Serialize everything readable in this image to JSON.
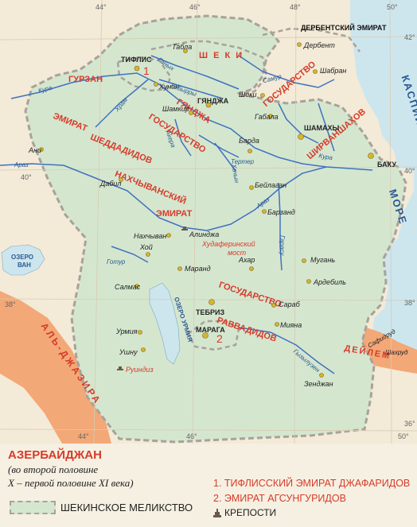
{
  "legend": {
    "title": "АЗЕРБАЙДЖАН",
    "subtitle_1": "(во второй половине",
    "subtitle_2": "X – первой половине XI века)",
    "shekin": "ШЕКИНСКОЕ МЕЛИКСТВО",
    "region_1": "1. ТИФЛИССКИЙ ЭМИРАТ ДЖАФАРИДОВ",
    "region_2": "2. ЭМИРАТ АГСУНГУРИДОВ",
    "fortress": "КРЕПОСТИ"
  },
  "grid_labels": {
    "lon44": "44°",
    "lon46": "46°",
    "lon48": "48°",
    "lon50": "50°",
    "lon44b": "44°",
    "lon46b": "46°",
    "lon50b": "50°",
    "lat42": "42°",
    "lat40a": "40°",
    "lat40b": "40°",
    "lat38a": "38°",
    "lat38b": "38°",
    "lat36": "36°"
  },
  "regions": {
    "gurzan": "ГУРЗАН",
    "sheki": "Ш Е К И",
    "derbent_emirate": "ДЕРБЕНТСКИЙ ЭМИРАТ",
    "caspian_1": "КАСПИЙСКОЕ",
    "caspian_2": "МОРЕ",
    "shirvan_1": "ГОСУДАРСТВО",
    "shirvan_2": "ШИРВАНШАХОВ",
    "sheddad_1": "ЭМИРАТ",
    "sheddad_2": "ШЕДДАДИДОВ",
    "ganja_1": "ГОСУДАРСТВО",
    "ganja_2": "ГЯНДЖА",
    "nakh_1": "НАХЧЫВАНСКИЙ",
    "nakh_2": "ЭМИРАТ",
    "ravvad_1": "ГОСУДАРСТВО",
    "ravvad_2": "РАВВАДИДОВ",
    "aljazira": "АЛЬ-ДЖАЗИРА",
    "deylem": "ДЕЙЛЕМ",
    "num1": "1",
    "num2": "2"
  },
  "cities": {
    "tiflis": "ТИФЛИС",
    "tabla": "Табла",
    "hunan": "Хунан",
    "derbent": "Дербент",
    "shabran": "Шабран",
    "shemakha": "ШАМАХЫ",
    "baku": "БАКУ",
    "sheki": "Шеки",
    "gabala": "Габала",
    "shamkir": "Шамкир",
    "ganja": "ГЯНДЖА",
    "barda": "Барда",
    "ani": "Ани",
    "dabil": "Дабил",
    "beylagan": "Бейлаган",
    "barzand": "Барзанд",
    "nakhchivan": "Нахчыван",
    "alinja": "Алинджа",
    "khudafarin_1": "Худаферинский",
    "khudafarin_2": "мост",
    "khoy": "Хой",
    "marand": "Маранд",
    "akhar": "Ахар",
    "mugan": "Мугань",
    "ardabil": "Ардебиль",
    "salmas": "Салмас",
    "tabriz": "ТЕБРИЗ",
    "sarab": "Сараб",
    "miyana": "Мияна",
    "urmia": "Урмия",
    "ushnu": "Ушну",
    "maraga": "МАРАГА",
    "ruindiz": "Руиндиз",
    "zenjan": "Зенджан",
    "safidrud": "Сафидруд",
    "shahrud": "Шахруд"
  },
  "water": {
    "lake_van_1": "ОЗЕРО",
    "lake_van_2": "ВАН",
    "lake_urmia": "ОЗЕРО УРМИЯ",
    "kura1": "Кура",
    "kura2": "Кура",
    "araz1": "Араз",
    "araz2": "Араз",
    "ganikh": "Ганых",
    "gabyrry": "Габырры",
    "samur": "Самур",
    "khram": "Храм",
    "tertar": "Тертер",
    "akera": "Акера",
    "khachin": "Хачын",
    "gotur": "Готур",
    "garasu": "Гарасу",
    "gyzyluzen": "Гызылузен"
  },
  "colors": {
    "sea": "#cde6ee",
    "land": "#f3ead7",
    "shekin_fill": "#d5e6cf",
    "border": "#a8a29a",
    "region_text": "#d63b2a",
    "river": "#3f72c0",
    "city": "#d8b52a"
  }
}
